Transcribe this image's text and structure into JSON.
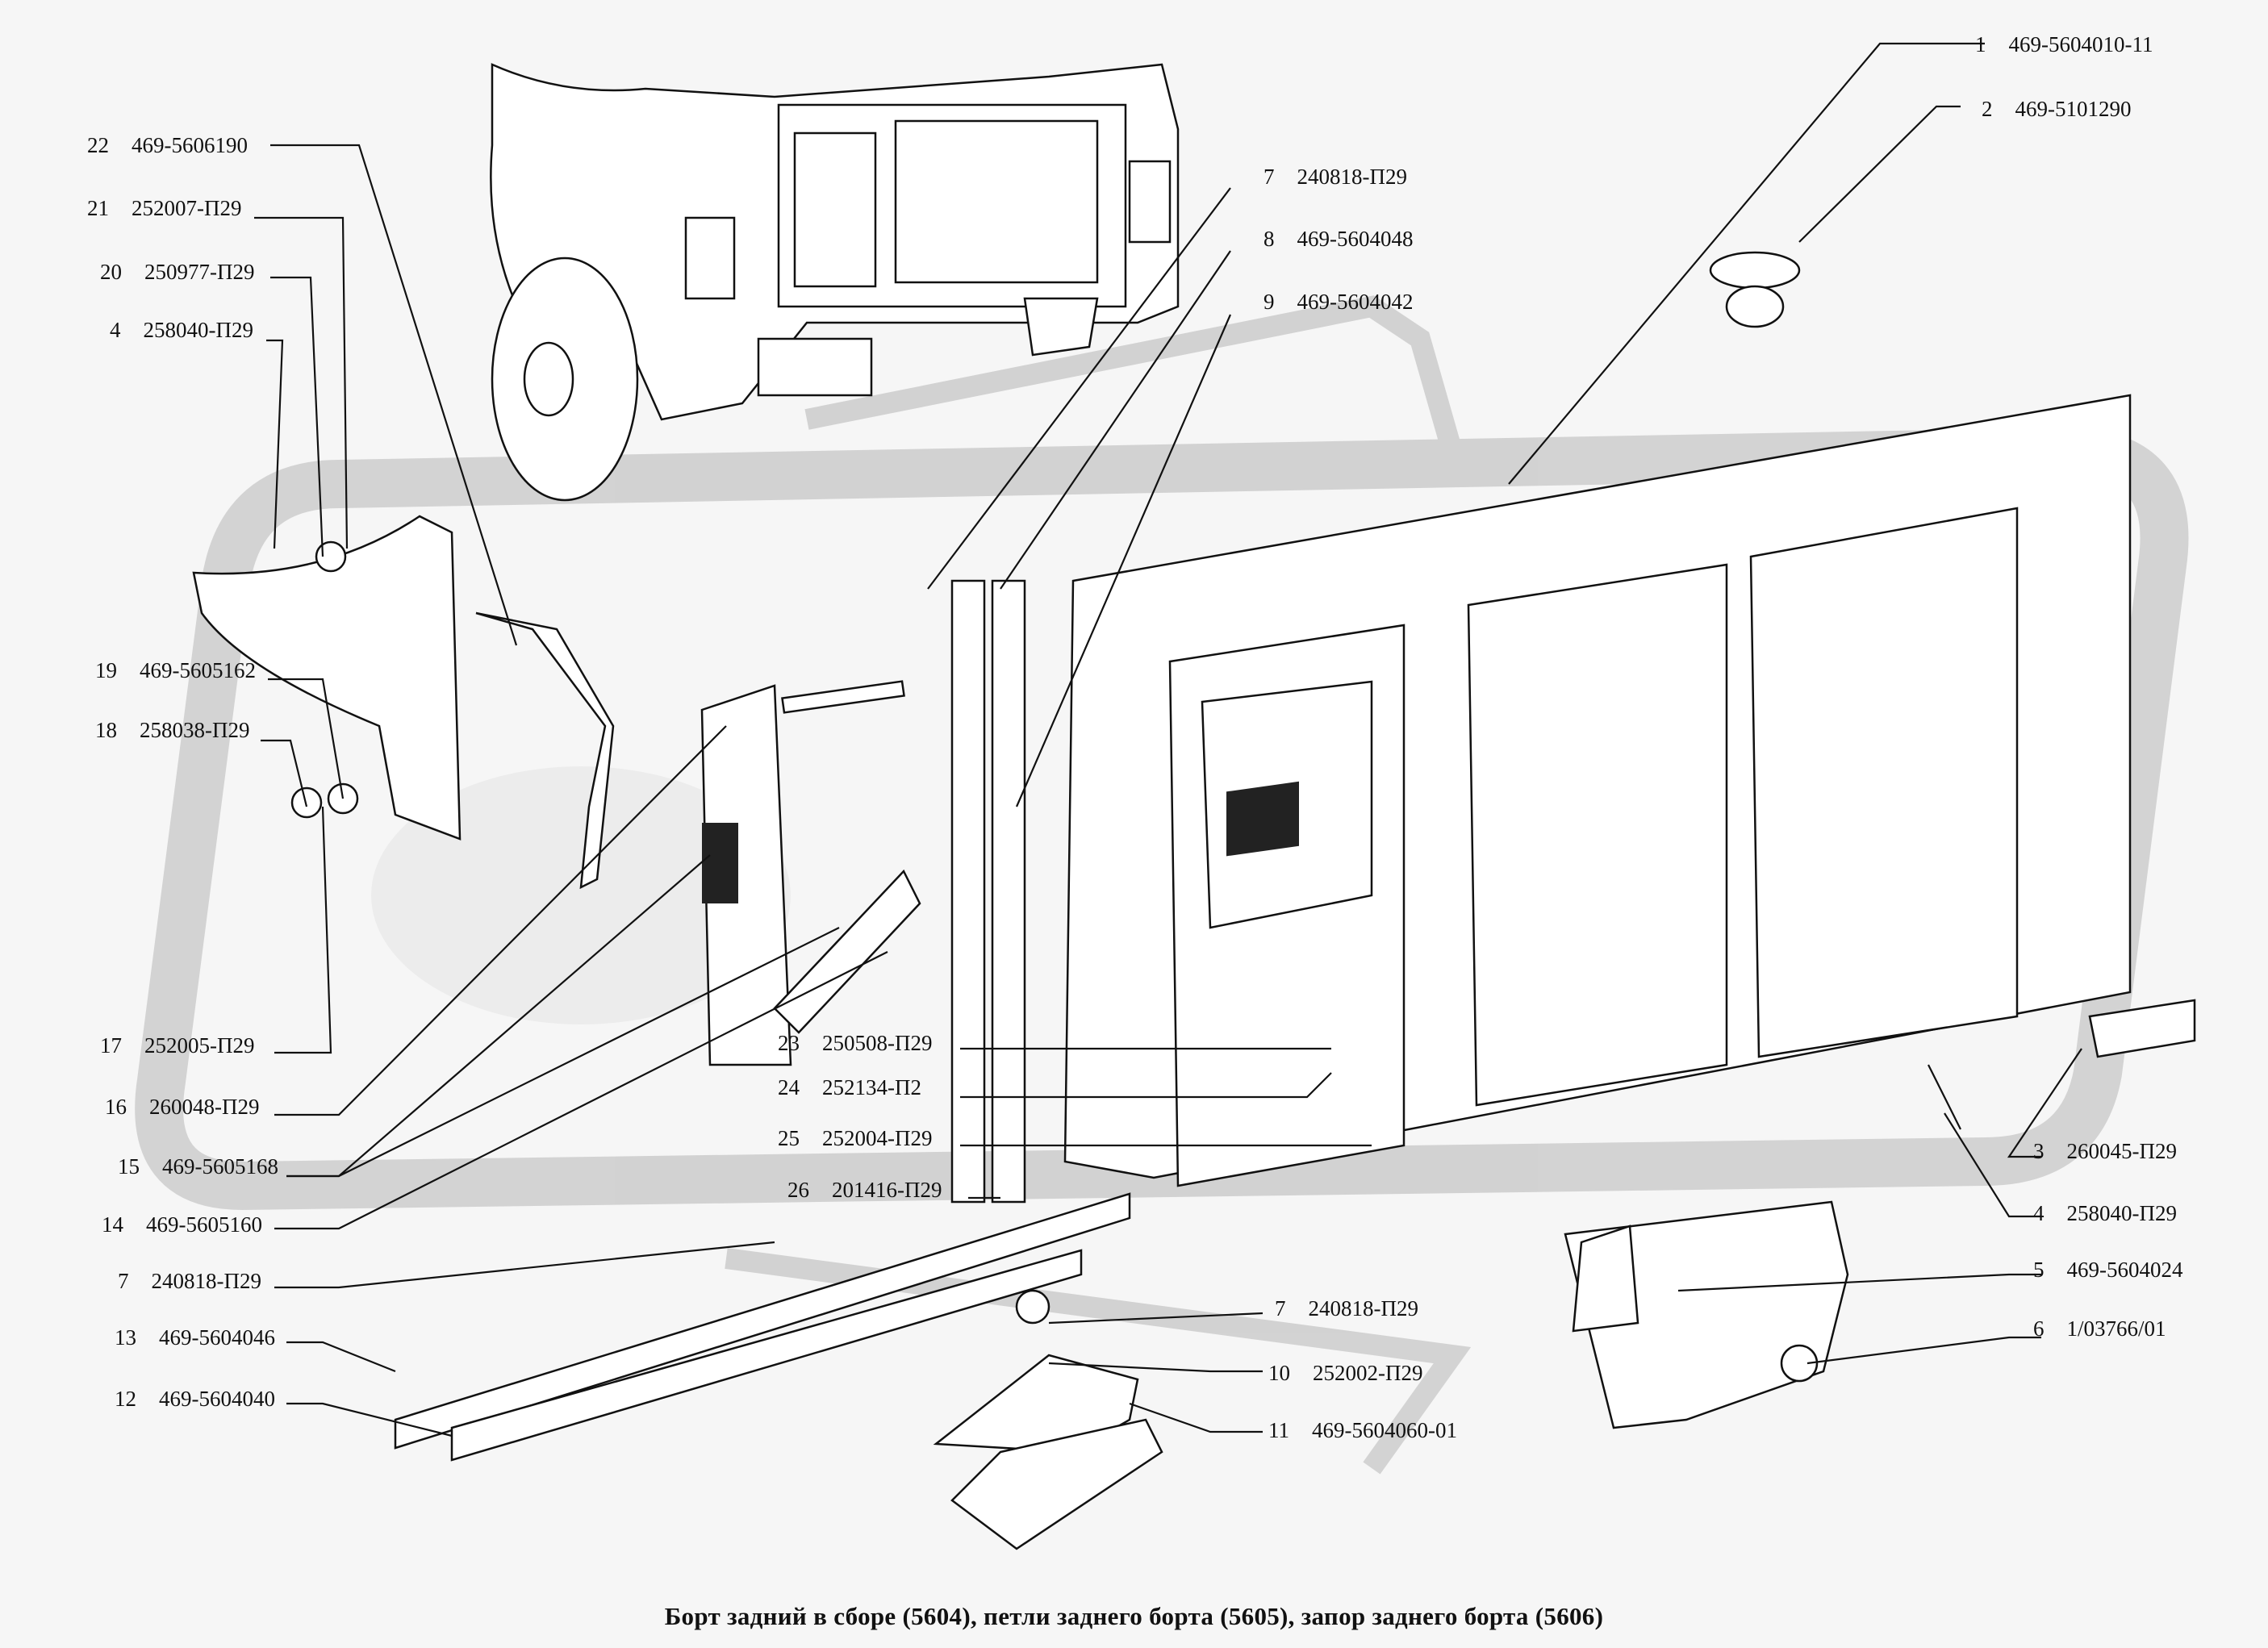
{
  "caption": "Борт задний в сборе (5604), петли заднего борта (5605), запор заднего борта (5606)",
  "callouts": [
    {
      "num": "1",
      "code": "469-5604010-11"
    },
    {
      "num": "2",
      "code": "469-5101290"
    },
    {
      "num": "7",
      "code": "240818-П29"
    },
    {
      "num": "8",
      "code": "469-5604048"
    },
    {
      "num": "9",
      "code": "469-5604042"
    },
    {
      "num": "22",
      "code": "469-5606190"
    },
    {
      "num": "21",
      "code": "252007-П29"
    },
    {
      "num": "20",
      "code": "250977-П29"
    },
    {
      "num": "4",
      "code": "258040-П29"
    },
    {
      "num": "19",
      "code": "469-5605162"
    },
    {
      "num": "18",
      "code": "258038-П29"
    },
    {
      "num": "17",
      "code": "252005-П29"
    },
    {
      "num": "16",
      "code": "260048-П29"
    },
    {
      "num": "15",
      "code": "469-5605168"
    },
    {
      "num": "14",
      "code": "469-5605160"
    },
    {
      "num": "7",
      "code": "240818-П29"
    },
    {
      "num": "13",
      "code": "469-5604046"
    },
    {
      "num": "12",
      "code": "469-5604040"
    },
    {
      "num": "23",
      "code": "250508-П29"
    },
    {
      "num": "24",
      "code": "252134-П2"
    },
    {
      "num": "25",
      "code": "252004-П29"
    },
    {
      "num": "26",
      "code": "201416-П29"
    },
    {
      "num": "3",
      "code": "260045-П29"
    },
    {
      "num": "4",
      "code": "258040-П29"
    },
    {
      "num": "5",
      "code": "469-5604024"
    },
    {
      "num": "6",
      "code": "1/03766/01"
    },
    {
      "num": "7",
      "code": "240818-П29"
    },
    {
      "num": "10",
      "code": "252002-П29"
    },
    {
      "num": "11",
      "code": "469-5604060-01"
    }
  ]
}
